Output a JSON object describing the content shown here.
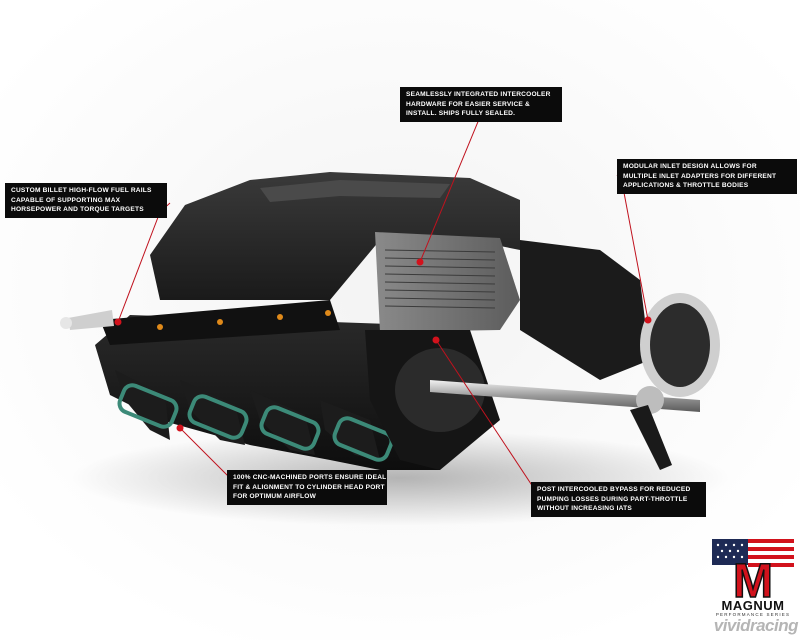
{
  "callouts": {
    "intercooler": {
      "lines": [
        "SEAMLESSLY INTEGRATED INTERCOOLER",
        "HARDWARE FOR EASIER SERVICE &",
        "INSTALL. SHIPS FULLY SEALED."
      ]
    },
    "fuel_rails": {
      "lines": [
        "CUSTOM BILLET HIGH-FLOW FUEL RAILS",
        "CAPABLE OF SUPPORTING MAX",
        "HORSEPOWER AND TORQUE TARGETS"
      ]
    },
    "inlet": {
      "lines": [
        "MODULAR INLET DESIGN ALLOWS FOR",
        "MULTIPLE INLET ADAPTERS FOR DIFFERENT",
        "APPLICATIONS & THROTTLE BODIES"
      ]
    },
    "ports": {
      "lines": [
        "100% CNC-MACHINED PORTS ENSURE IDEAL",
        "FIT & ALIGNMENT TO CYLINDER HEAD PORT",
        "FOR OPTIMUM AIRFLOW"
      ]
    },
    "bypass": {
      "lines": [
        "POST INTERCOOLED BYPASS FOR REDUCED",
        "PUMPING LOSSES DURING PART-THROTTLE",
        "WITHOUT INCREASING IATS"
      ]
    }
  },
  "logo": {
    "letter": "M",
    "word": "MAGNUM",
    "sub": "PERFORMANCE SERIES"
  },
  "watermark": "vividracing",
  "colors": {
    "callout_bg": "#0b0b0b",
    "leader_line": "#c0121e",
    "logo_red": "#d2121c",
    "logo_navy": "#1e2a55"
  }
}
